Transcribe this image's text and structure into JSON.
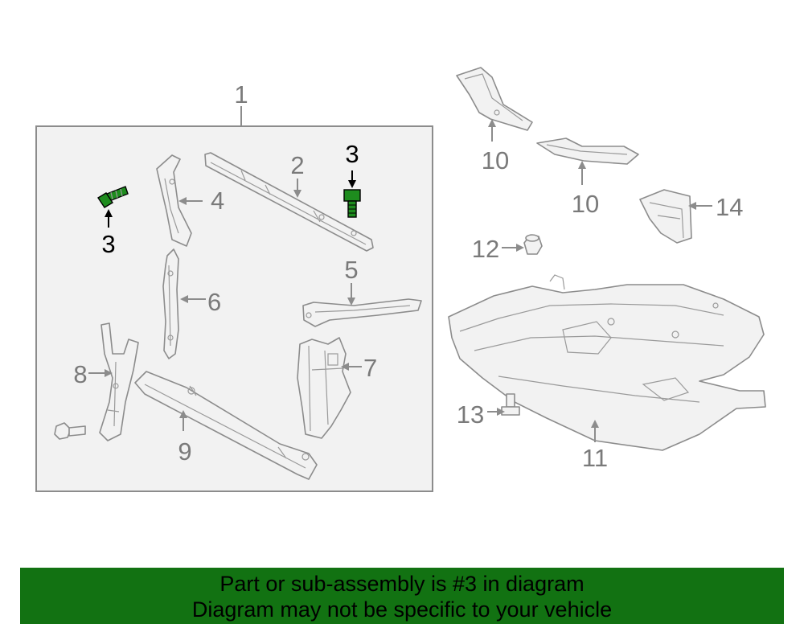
{
  "diagram": {
    "callouts": {
      "c1": "1",
      "c2": "2",
      "c3a": "3",
      "c3b": "3",
      "c4": "4",
      "c5": "5",
      "c6": "6",
      "c7": "7",
      "c8": "8",
      "c9": "9",
      "c10a": "10",
      "c10b": "10",
      "c11": "11",
      "c12": "12",
      "c13": "13",
      "c14": "14"
    },
    "colors": {
      "highlight_part": "#1e8c1e",
      "outline": "#8c8c8c",
      "banner_bg": "#127212"
    }
  },
  "banner": {
    "line1": "Part or sub-assembly is #3 in diagram",
    "line2": "Diagram may not be specific to your vehicle"
  }
}
